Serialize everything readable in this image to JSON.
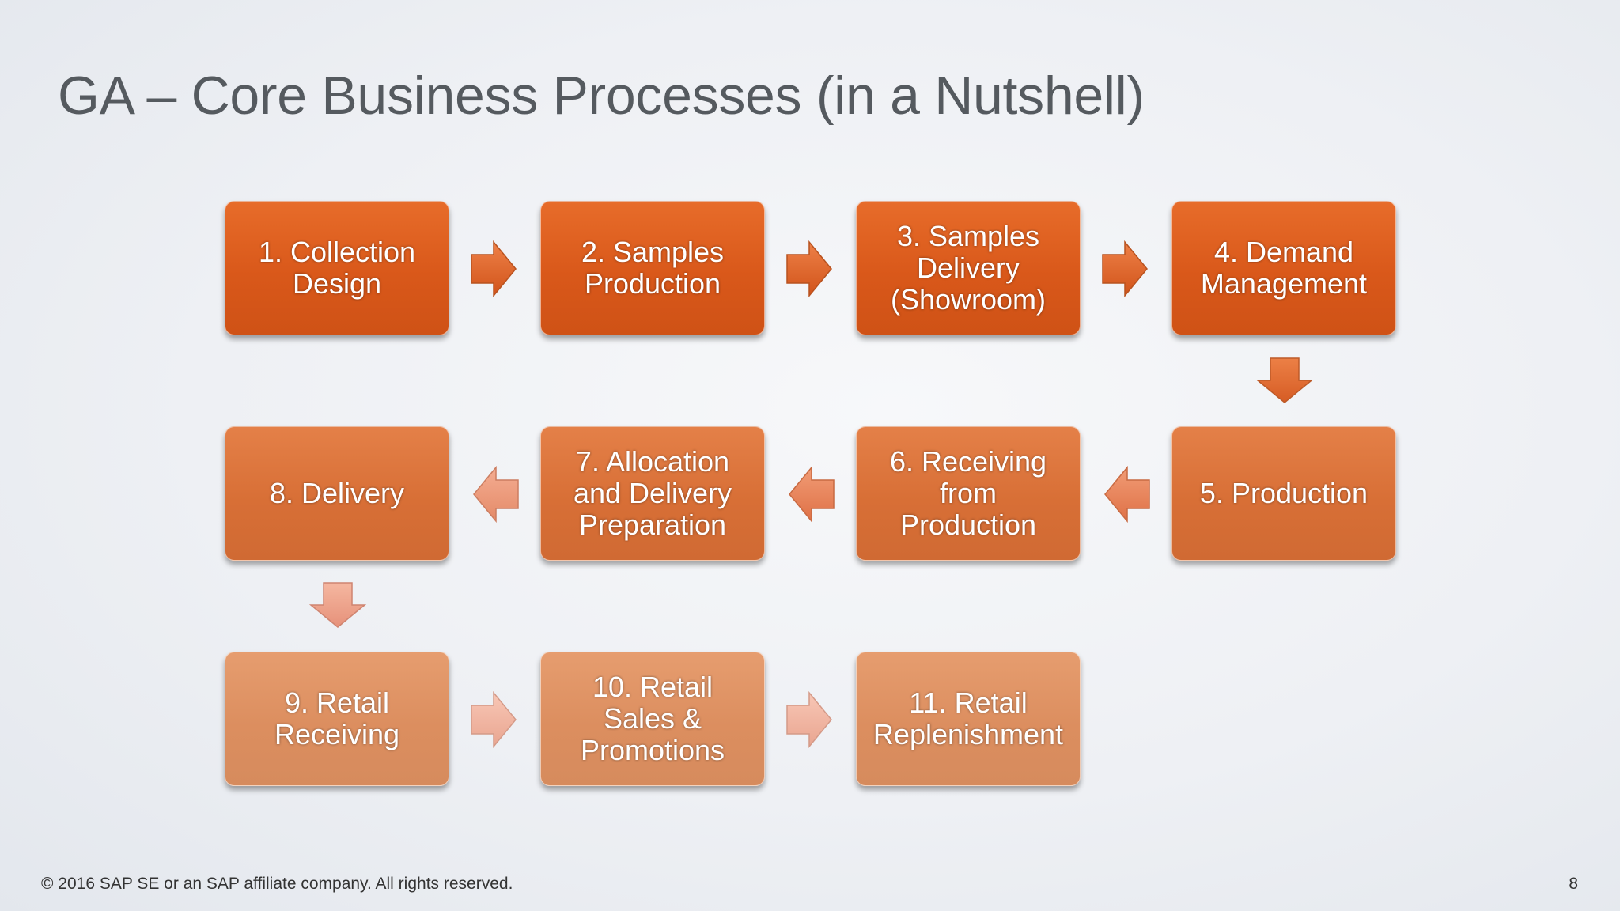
{
  "title": "GA – Core Business Processes (in a Nutshell)",
  "colors": {
    "step_dark": "#d9581a",
    "step_medium": "#d86f36",
    "step_light": "#dc8e5f"
  },
  "steps": [
    {
      "label": "1. Collection\nDesign"
    },
    {
      "label": "2. Samples\nProduction"
    },
    {
      "label": "3. Samples\nDelivery\n(Showroom)"
    },
    {
      "label": "4. Demand\nManagement"
    },
    {
      "label": "5. Production"
    },
    {
      "label": "6. Receiving\nfrom\nProduction"
    },
    {
      "label": "7. Allocation\nand Delivery\nPreparation"
    },
    {
      "label": "8. Delivery"
    },
    {
      "label": "9. Retail\nReceiving"
    },
    {
      "label": "10. Retail\nSales &\nPromotions"
    },
    {
      "label": "11. Retail\nReplenishment"
    }
  ],
  "footer": {
    "copyright": "©  2016 SAP SE or an SAP affiliate company. All rights reserved.",
    "page_number": "8"
  }
}
